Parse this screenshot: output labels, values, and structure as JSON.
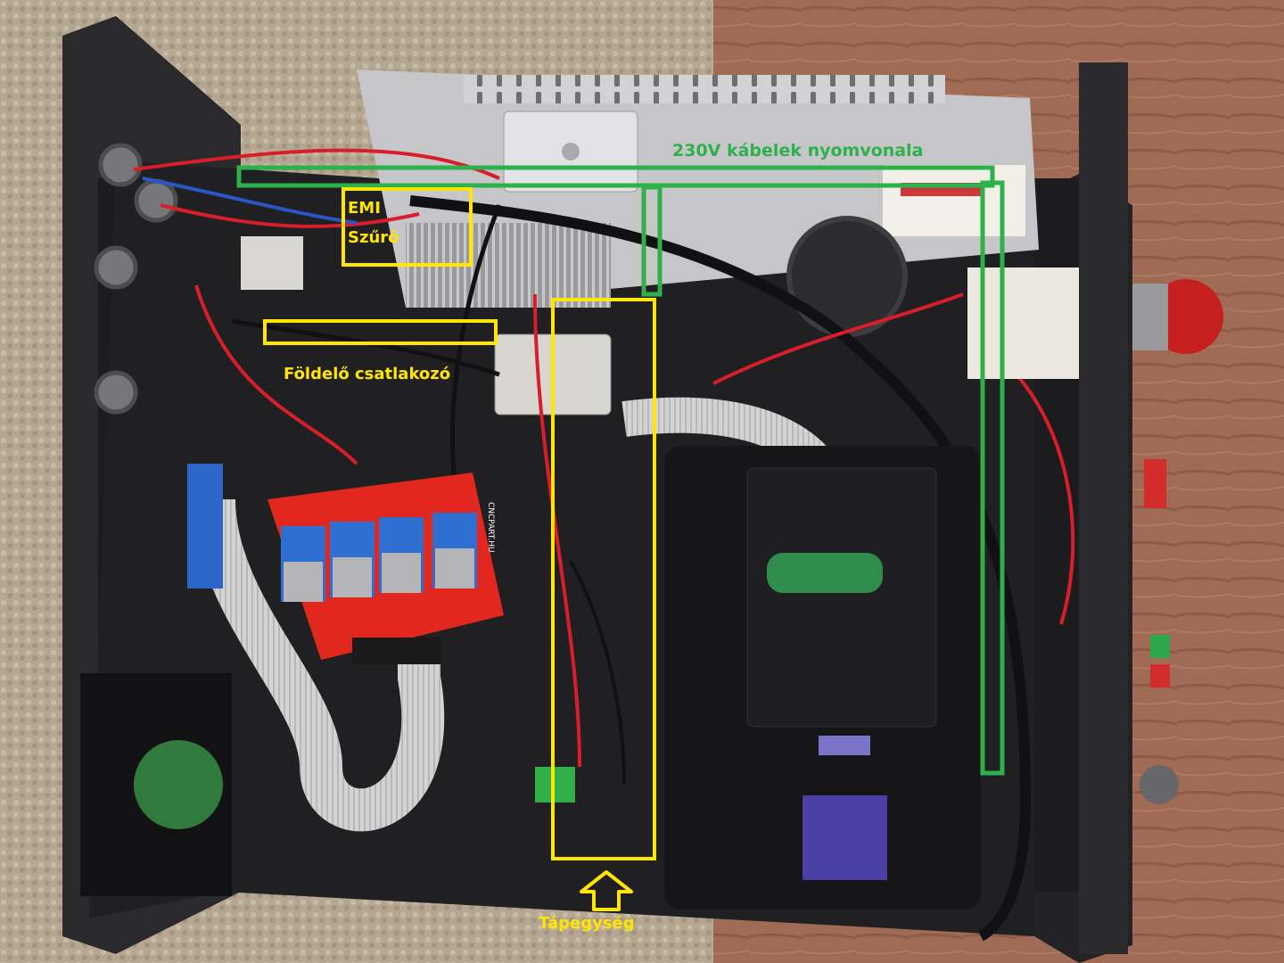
{
  "annotations": {
    "cable_route": "230V kábelek nyomvonala",
    "emi_filter_line1": "EMI",
    "emi_filter_line2": "Szűrő",
    "ground_connector": "Földelő csatlakozó",
    "power_supply": "Tápegység"
  },
  "board_label": "CNCPART.HU",
  "colors": {
    "annotation_yellow": "#ffe600",
    "annotation_green": "#2db14a",
    "enclosure": "#1c1c1e",
    "psu_metal": "#c9c9cc",
    "driver_board": "#e2271f",
    "stepper_heatsink": "#2f6fd1",
    "wire_red": "#d81e2a",
    "ribbon_cable": "#cfcfcf"
  }
}
